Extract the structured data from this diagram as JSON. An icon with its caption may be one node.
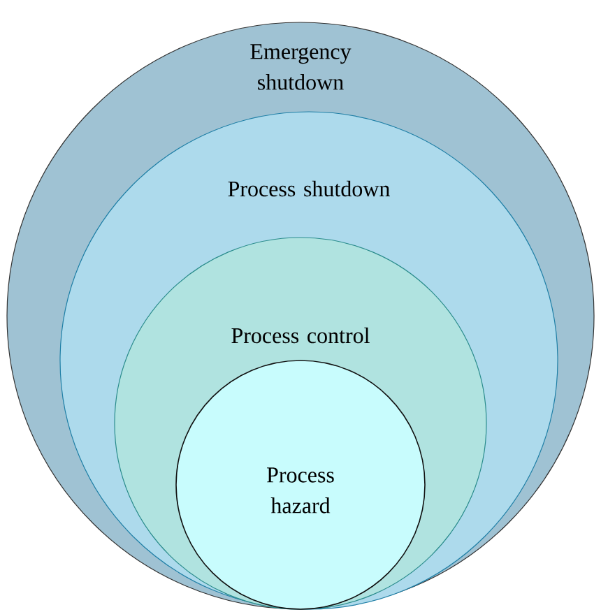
{
  "diagram": {
    "nodes": [
      {
        "text": [
          "Emergency shutdown"
        ]
      },
      {
        "text": [
          "Process shutdown"
        ],
        "in": 0
      },
      {
        "text": [
          "Process control"
        ],
        "in": 1
      },
      {
        "text": [
          "Process hazard"
        ],
        "in": 2
      }
    ]
  }
}
